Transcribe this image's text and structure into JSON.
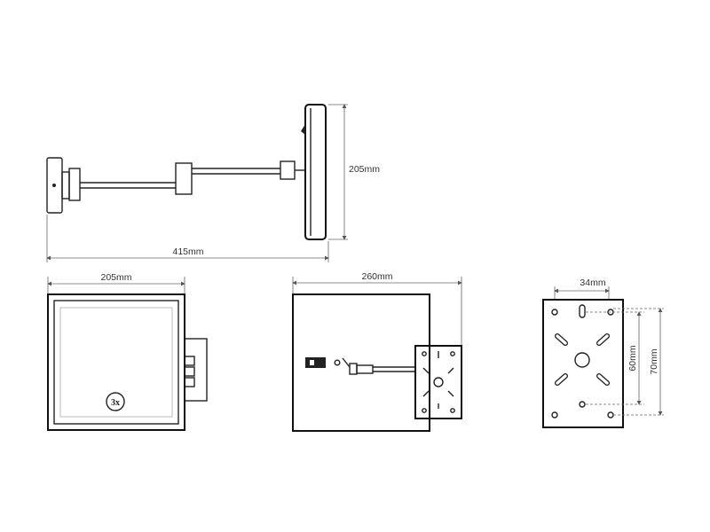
{
  "views": {
    "side": {
      "length_label": "415mm",
      "height_label": "205mm"
    },
    "front": {
      "width_label": "205mm",
      "magnification_label": "3x"
    },
    "top": {
      "width_label": "260mm"
    },
    "mounting_plate": {
      "width_label": "34mm",
      "inner_height_label": "60mm",
      "outer_height_label": "70mm"
    }
  }
}
